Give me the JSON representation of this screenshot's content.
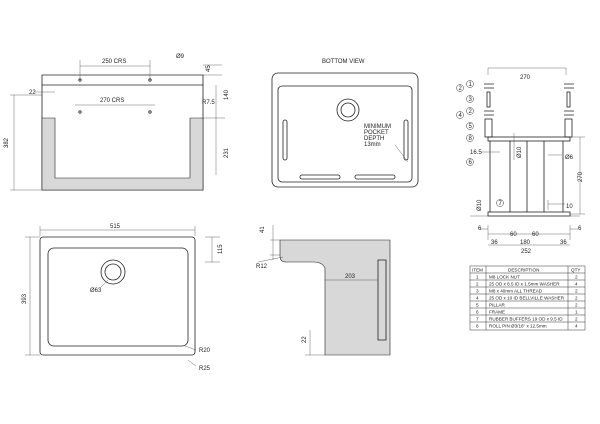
{
  "front_view": {
    "d_250crs": "250 CRS",
    "d_dia9": "Ø9",
    "d_45": "45",
    "d_22": "22",
    "d_270crs": "270 CRS",
    "d_r75": "R7.5",
    "d_140": "140",
    "d_382": "382",
    "d_231": "231"
  },
  "bottom_view": {
    "title": "BOTTOM VIEW",
    "note_1": "MINIMUM",
    "note_2": "POCKET",
    "note_3": "DEPTH",
    "note_4": "13mm"
  },
  "plan_view": {
    "d_515": "515",
    "d_393": "393",
    "d_115": "115",
    "d_dia63": "Ø63",
    "d_r20": "R20",
    "d_r25": "R25"
  },
  "section_view": {
    "d_41": "41",
    "d_r12": "R12",
    "d_203": "203",
    "d_22": "22"
  },
  "frame_view": {
    "d_270_top": "270",
    "d_165": "16.5",
    "d_dia10_a": "Ø10",
    "d_dia6": "Ø6",
    "d_270_side": "270",
    "d_dia10_b": "Ø10",
    "d_10": "10",
    "d_6_left": "6",
    "d_6_right": "6",
    "d_60_a": "60",
    "d_60_b": "60",
    "d_36_left": "36",
    "d_180": "180",
    "d_36_right": "36",
    "d_252": "252",
    "balloons": [
      "1",
      "2",
      "3",
      "2",
      "4",
      "5",
      "8",
      "6",
      "7"
    ]
  },
  "parts_table": {
    "headers": [
      "ITEM",
      "DESCRIPTION",
      "QTY"
    ],
    "rows": [
      [
        "1",
        "M8 LOCK NUT",
        "2"
      ],
      [
        "2",
        "25 OD x 8.5 ID x 1.5mm WASHER",
        "4"
      ],
      [
        "3",
        "M8 x 40mm ALL THREAD",
        "2"
      ],
      [
        "4",
        "25 OD x 10 ID BELLVILLE WASHER",
        "2"
      ],
      [
        "5",
        "PILLAR",
        "2"
      ],
      [
        "6",
        "FRAME",
        "1"
      ],
      [
        "7",
        "RUBBER BUFFERS 19 OD x 9.5 ID",
        "2"
      ],
      [
        "8",
        "ROLL PIN Ø3/16\" x 12.5mm",
        "4"
      ]
    ]
  }
}
